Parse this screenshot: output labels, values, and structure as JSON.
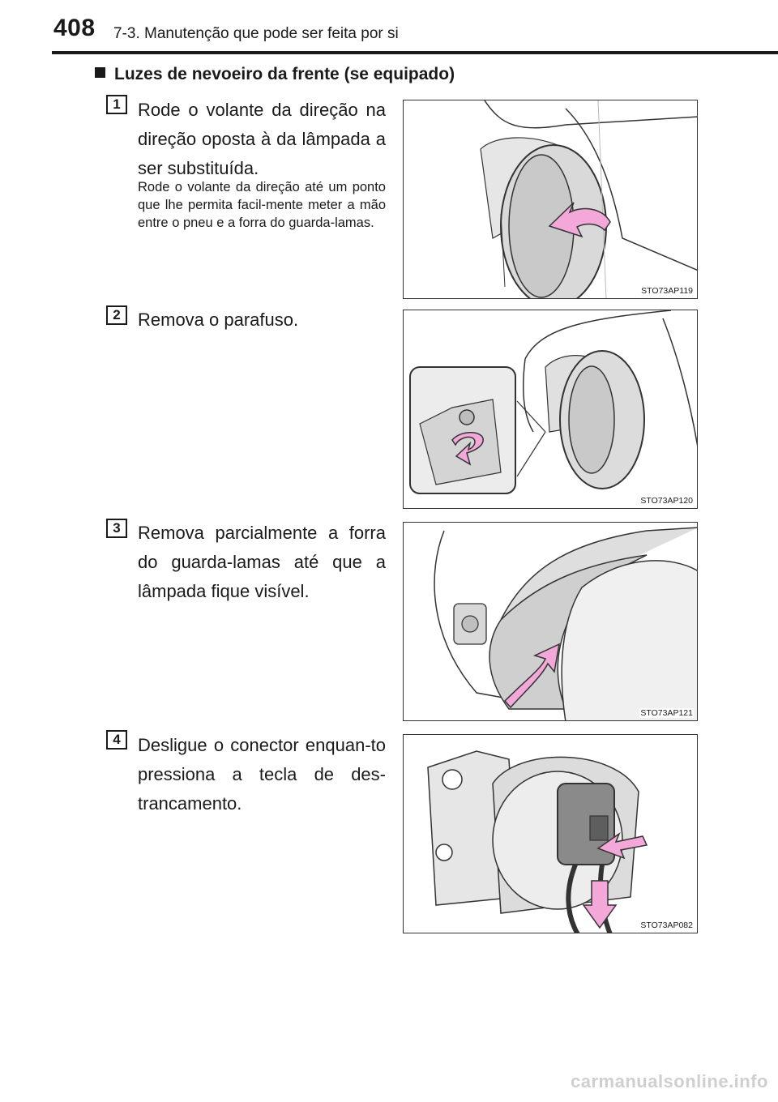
{
  "header": {
    "page_number": "408",
    "chapter": "7-3. Manutenção que pode ser feita por si"
  },
  "section": {
    "title": "Luzes de nevoeiro da frente (se equipado)"
  },
  "steps": [
    {
      "number": "1",
      "text": "Rode o volante da direção na direção oposta à da lâmpada a ser substituída.",
      "note": "Rode o volante da direção até um ponto que lhe permita facil-mente meter a mão entre o pneu e a forra do guarda-lamas.",
      "figure_code": "STO73AP119"
    },
    {
      "number": "2",
      "text": "Remova o parafuso.",
      "figure_code": "STO73AP120"
    },
    {
      "number": "3",
      "text": "Remova parcialmente a forra do guarda-lamas até que a lâmpada fique visível.",
      "figure_code": "STO73AP121"
    },
    {
      "number": "4",
      "text": "Desligue o conector enquan-to pressiona a tecla de des-trancamento.",
      "figure_code": "STO73AP082"
    }
  ],
  "watermark": "carmanualsonline.info",
  "colors": {
    "arrow_fill": "#f4a8da",
    "line": "#333333",
    "shade": "#d9d9d9"
  }
}
